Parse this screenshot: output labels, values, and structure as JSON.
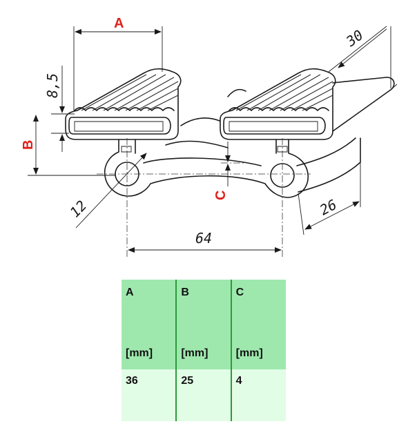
{
  "drawing": {
    "labels": {
      "A": "A",
      "B": "B",
      "C": "C"
    },
    "dimensions": {
      "thickness": "8,5",
      "width": "30",
      "depth": "26",
      "hole": "12",
      "pitch": "64"
    }
  },
  "table": {
    "headers": [
      "A",
      "B",
      "C"
    ],
    "unit": "[mm]",
    "values": [
      "36",
      "25",
      "4"
    ]
  },
  "colors": {
    "label_red": "#e0201c",
    "table_header": "#9ee8ae",
    "table_values": "#e2fde6",
    "table_divider": "#2a9a3a"
  }
}
